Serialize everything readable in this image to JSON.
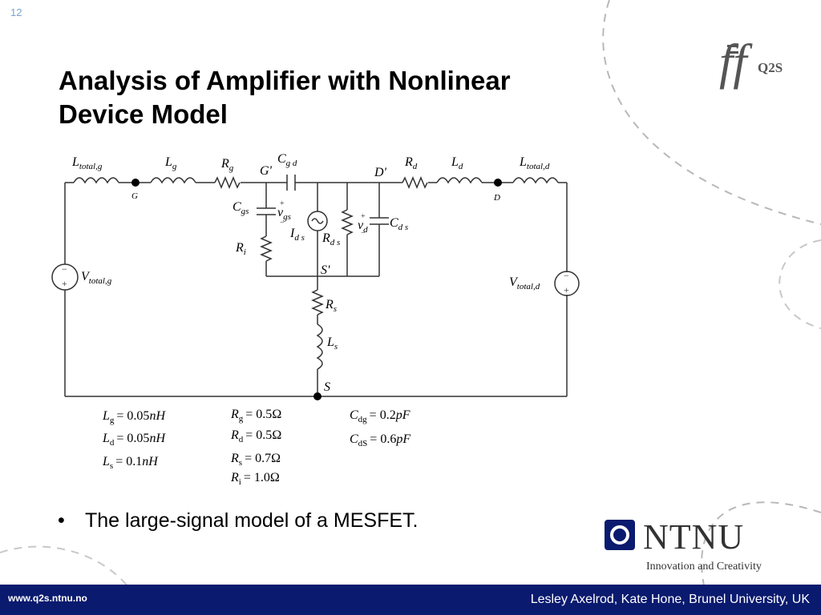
{
  "slide_number": "12",
  "title_line1": "Analysis of Amplifier with Nonlinear",
  "title_line2": "Device Model",
  "q2s_logo_text": "Q2S",
  "bullet": "The large-signal model of a MESFET.",
  "ntnu_name": "NTNU",
  "ntnu_tagline": "Innovation and Creativity",
  "footer_left": "www.q2s.ntnu.no",
  "footer_right": "Lesley Axelrod, Kate Hone, Brunel University, UK",
  "circuit_labels": {
    "l_total_g": "L",
    "l_total_g_sub": "total,g",
    "l_g": "L",
    "l_g_sub": "g",
    "r_g": "R",
    "r_g_sub": "g",
    "g_prime": "G'",
    "c_gd": "C",
    "c_gd_sub": "g d",
    "d_prime": "D'",
    "r_d": "R",
    "r_d_sub": "d",
    "l_d": "L",
    "l_d_sub": "d",
    "l_total_d": "L",
    "l_total_d_sub": "total,d",
    "node_g": "G",
    "node_d": "D",
    "c_gs": "C",
    "c_gs_sub": "gs",
    "v_gs": "v",
    "v_gs_sub": "gs",
    "i_ds": "I",
    "i_ds_sub": "d s",
    "r_ds": "R",
    "r_ds_sub": "d s",
    "v_d": "v",
    "v_d_sub": "d",
    "c_ds": "C",
    "c_ds_sub": "d s",
    "r_i": "R",
    "r_i_sub": "i",
    "s_prime": "S'",
    "v_total_g": "V",
    "v_total_g_sub": "total,g",
    "v_total_d": "V",
    "v_total_d_sub": "total,d",
    "r_s": "R",
    "r_s_sub": "s",
    "l_s": "L",
    "l_s_sub": "s",
    "node_s": "S"
  },
  "values": {
    "col1": [
      {
        "sym": "L",
        "sub": "g",
        "val": "= 0.05",
        "unit": "nH"
      },
      {
        "sym": "L",
        "sub": "d",
        "val": "= 0.05",
        "unit": "nH"
      },
      {
        "sym": "L",
        "sub": "s",
        "val": "= 0.1",
        "unit": "nH"
      }
    ],
    "col2": [
      {
        "sym": "R",
        "sub": "g",
        "val": "= 0.5",
        "unit": "Ω"
      },
      {
        "sym": "R",
        "sub": "d",
        "val": "= 0.5",
        "unit": "Ω"
      },
      {
        "sym": "R",
        "sub": "s",
        "val": "= 0.7",
        "unit": "Ω"
      },
      {
        "sym": "R",
        "sub": "i",
        "val": "= 1.0",
        "unit": "Ω"
      }
    ],
    "col3": [
      {
        "sym": "C",
        "sub": "dg",
        "val": "= 0.2",
        "unit": "pF"
      },
      {
        "sym": "C",
        "sub": "dS",
        "val": "= 0.6",
        "unit": "pF"
      }
    ]
  }
}
